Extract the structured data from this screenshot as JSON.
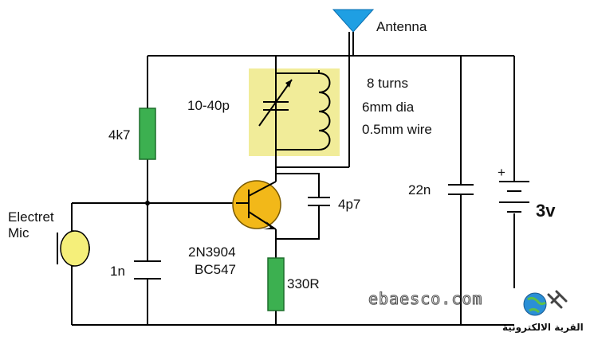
{
  "labels": {
    "antenna": "Antenna",
    "coil_line1": "8 turns",
    "coil_line2": "6mm dia",
    "coil_line3": "0.5mm wire",
    "variable_cap": "10-40p",
    "resistor_base": "4k7",
    "cap_supply": "22n",
    "cap_feedback": "4p7",
    "battery": "3v",
    "mic_line1": "Electret",
    "mic_line2": "Mic",
    "cap_base": "1n",
    "transistor_line1": "2N3904",
    "transistor_line2": "BC547",
    "resistor_emitter": "330R",
    "battery_plus": "+"
  },
  "watermark": {
    "site": "ebaesco.com",
    "logo_text": "القرية الالكترونية"
  },
  "colors": {
    "highlight": "#f1ec99",
    "resistor": "#3cb050",
    "transistor": "#f2b819",
    "mic": "#f5ef7a",
    "antenna": "#1f9fe3",
    "wire": "#000000"
  }
}
